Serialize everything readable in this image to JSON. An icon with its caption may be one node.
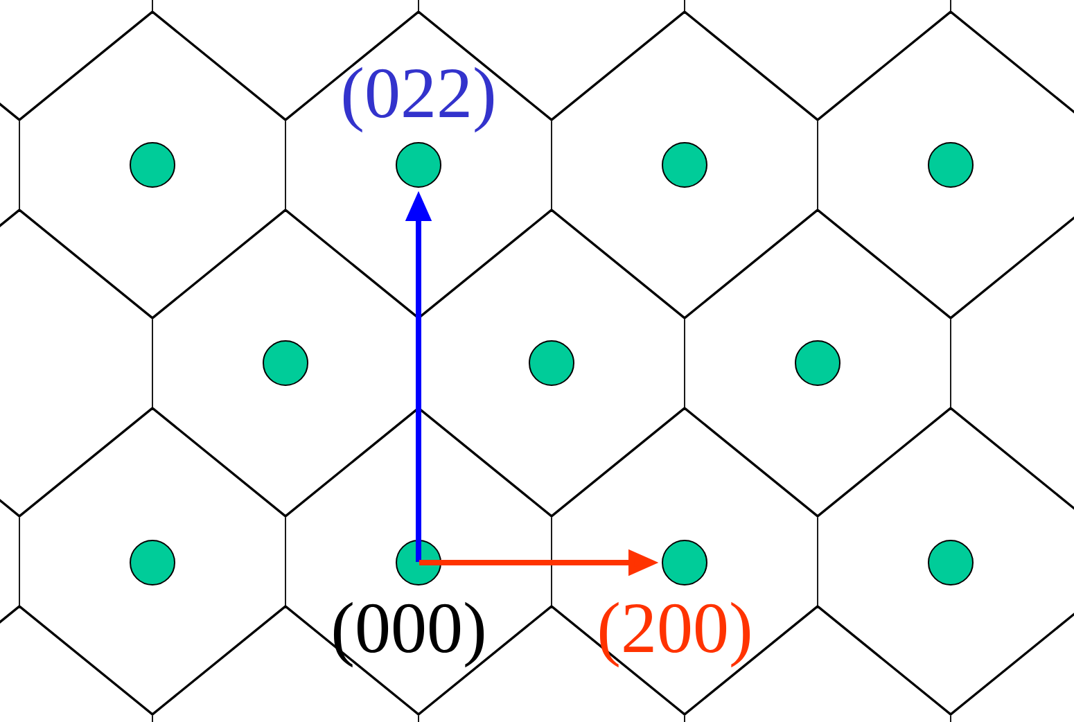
{
  "diagram": {
    "nodes": [
      {
        "text": [],
        "shape": "circle"
      },
      {
        "text": [],
        "shape": "circle",
        "beside": [
          "(022)"
        ]
      },
      {
        "text": [],
        "shape": "circle"
      },
      {
        "text": [],
        "shape": "circle"
      },
      {
        "text": [],
        "shape": "circle"
      },
      {
        "text": [],
        "shape": "circle"
      },
      {
        "text": [],
        "shape": "circle"
      },
      {
        "text": [],
        "shape": "circle"
      },
      {
        "text": [],
        "shape": "circle",
        "beside": [
          "(000)"
        ]
      },
      {
        "text": [],
        "shape": "circle",
        "beside": [
          "(200)"
        ]
      },
      {
        "text": [],
        "shape": "circle"
      }
    ],
    "edges": [
      {
        "from": 8,
        "to": 1,
        "arrow": "to",
        "color": "#0000ff"
      },
      {
        "from": 8,
        "to": 9,
        "arrow": "to",
        "color": "#ff3300"
      }
    ]
  }
}
